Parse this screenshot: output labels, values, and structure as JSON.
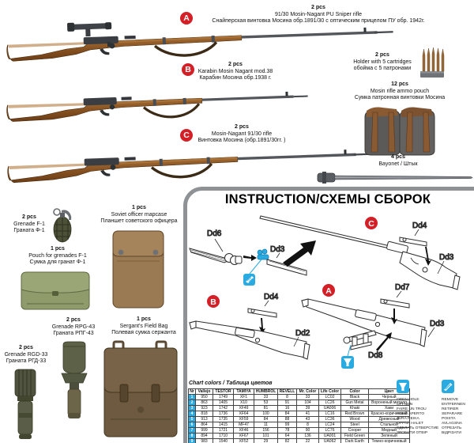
{
  "items": {
    "rifle_a": {
      "marker": "A",
      "qty": "2 pcs",
      "name_en": "91/30 Mosin-Nagant PU Sniper rifle",
      "name_ru": "Снайперская винтовка Мосина обр.1891/30 с оптическим прицелом ПУ обр. 1942г."
    },
    "rifle_b": {
      "marker": "B",
      "qty": "2 pcs",
      "name_en": "Karabin Mosin Nagant mod.38",
      "name_ru": "Карабин Мосина обр.1938 г."
    },
    "rifle_c": {
      "marker": "C",
      "qty": "2 pcs",
      "name_en": "Mosin-Nagant 91/30 rifle",
      "name_ru": "Винтовка Мосина (обр.1891/30гг. )"
    },
    "holder": {
      "qty": "2 pcs",
      "name_en": "Holder with 5 cartridges",
      "name_ru": "обойма с 5 патронами"
    },
    "ammo_pouch": {
      "qty": "12 pcs",
      "name_en": "Mosin rifle ammo pouch",
      "name_ru": "Сумка патронная винтовки Мосина"
    },
    "bayonet": {
      "qty": "4 pcs",
      "name_en": "Bayonet / Штык"
    },
    "grenade_f1": {
      "qty": "2 pcs",
      "name_en": "Grenade F-1",
      "name_ru": "Граната Ф-1"
    },
    "pouch_f1": {
      "qty": "1 pcs",
      "name_en": "Pouch for grenades F-1",
      "name_ru": "Сумка для гранат Ф-1"
    },
    "mapcase": {
      "qty": "1 pcs",
      "name_en": "Soviet officer mapcase",
      "name_ru": "Планшет советского офицера"
    },
    "rpg43": {
      "qty": "2 pcs",
      "name_en": "Grenade RPG-43",
      "name_ru": "Граната РПГ-43"
    },
    "rgd33": {
      "qty": "2 pcs",
      "name_en": "Grenade RGD-33",
      "name_ru": "Граната РГД-33"
    },
    "fieldbag": {
      "qty": "1 pcs",
      "name_en": "Sergant's Field Bag",
      "name_ru": "Полевая сумка сержанта"
    }
  },
  "instruction": {
    "title": "INSTRUCTION/СХЕМЫ СБОРОК",
    "diagram": {
      "marker_a": "A",
      "marker_b": "B",
      "marker_c": "C",
      "dd6": "Dd6",
      "dd3_muzzle": "Dd3",
      "dd4_c": "Dd4",
      "dd3_c_stock": "Dd3",
      "dd4_b": "Dd4",
      "dd2": "Dd2",
      "dd7": "Dd7",
      "dd8": "Dd8",
      "dd3_a_stock": "Dd3"
    }
  },
  "chart_table": {
    "caption": "Chart colors / Таблица цветов",
    "columns": [
      "Nr",
      "Vallejo",
      "TESTOR",
      "TAMIYA",
      "HUMBROL",
      "REVELL",
      "Mr. Color",
      "Life Color",
      "Color",
      "Цвет"
    ],
    "rows": [
      [
        "1",
        "950",
        "1749",
        "XF1",
        "33",
        "8",
        "33",
        "LC02",
        "Black",
        "Черный"
      ],
      [
        "2",
        "863",
        "1405",
        "X10",
        "53",
        "91",
        "104",
        "LC26",
        "Gun Metal",
        "Вороненый металл"
      ],
      [
        "3",
        "923",
        "1742",
        "XF49",
        "81",
        "16",
        "39",
        "UA006",
        "Khaki",
        "Хаки"
      ],
      [
        "4",
        "818",
        "1736",
        "XF64",
        "100",
        "84",
        "41",
        "LC16",
        "Red Brown",
        "Красно-коричневый"
      ],
      [
        "5",
        "913",
        "1735",
        "XF59",
        "84",
        "88",
        "43",
        "LC36",
        "Wood",
        "Древесный"
      ],
      [
        "6",
        "864",
        "1415",
        "MF47",
        "11",
        "99",
        "8",
        "LC24",
        "Steel",
        "Стальной"
      ],
      [
        "7",
        "999",
        "1721",
        "XF46",
        "156",
        "78",
        "90",
        "LC76",
        "Cooper",
        "Медный"
      ],
      [
        "8",
        "894",
        "1710",
        "XF67",
        "101",
        "64",
        "136",
        "UA001",
        "Field Green",
        "Зеленый"
      ],
      [
        "9",
        "983",
        "1540",
        "XF52",
        "29",
        "82",
        "22",
        "UA062",
        "Dark Earth",
        "Темно-коричневый"
      ]
    ]
  },
  "legend": {
    "open_hole": [
      "OPEN  HOLE",
      "OFFNEN",
      "FAIRE UN TROU",
      "FORO APERTO",
      "AVRA REIKA",
      "OPPNA HALET",
      "СДЕЛАТЬ ОТВЕРСТИЕ",
      "ЗРОБИТИ ОТВIР"
    ],
    "remove": [
      "REMOVE",
      "ENTFERNEN",
      "RETIRER",
      "SEPARARE",
      "POISTA",
      "AVLAGSNA",
      "ОТРЕЗАТЬ",
      "ВIДРIЗАТИ"
    ]
  },
  "colors": {
    "accent_red": "#d41f26",
    "accent_blue": "#29abe2",
    "panel_border": "#8f9294"
  }
}
